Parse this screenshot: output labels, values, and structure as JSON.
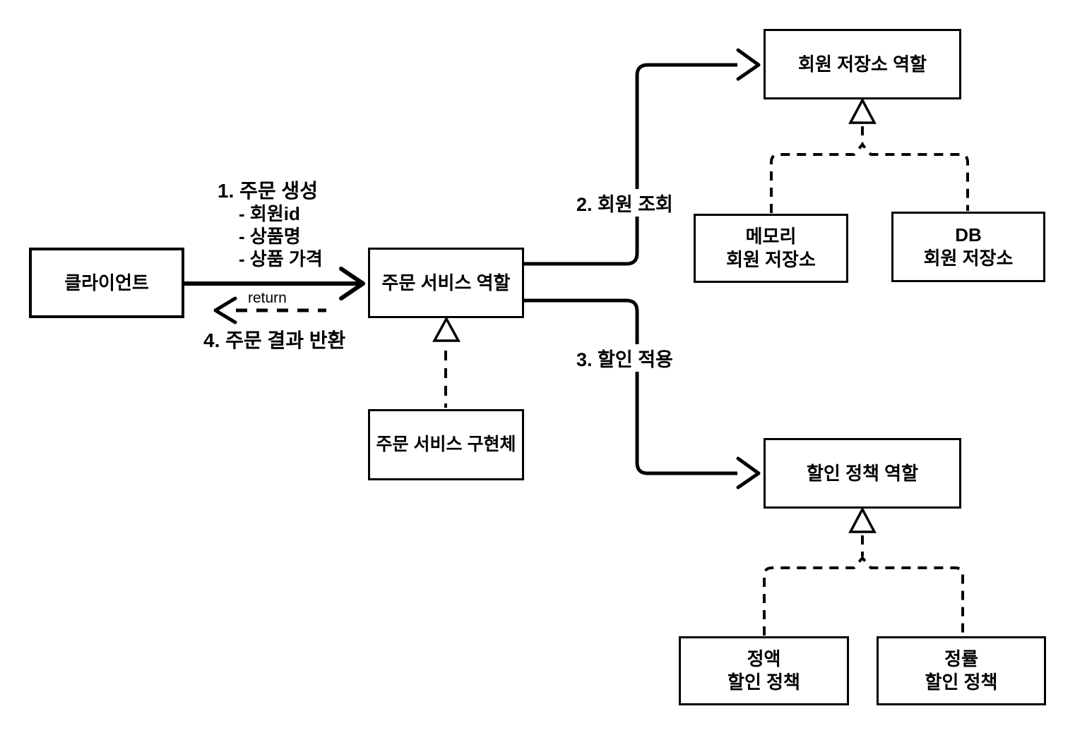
{
  "diagram": {
    "kind": "uml-architecture-diagram",
    "colors": {
      "background": "#ffffff",
      "line": "#000000",
      "box_fill": "#ffffff",
      "text": "#000000"
    },
    "nodes": {
      "client": {
        "label": "클라이언트"
      },
      "order_service_role": {
        "label": "주문 서비스 역할"
      },
      "order_service_impl": {
        "label": "주문 서비스 구현체"
      },
      "member_repo_role": {
        "label": "회원 저장소 역할"
      },
      "memory_member_repo": {
        "line1": "메모리",
        "line2": "회원 저장소"
      },
      "db_member_repo": {
        "line1": "DB",
        "line2": "회원 저장소"
      },
      "discount_policy_role": {
        "label": "할인 정책 역할"
      },
      "fixed_discount_policy": {
        "line1": "정액",
        "line2": "할인 정책"
      },
      "rate_discount_policy": {
        "line1": "정률",
        "line2": "할인 정책"
      }
    },
    "labels": {
      "step1": "1. 주문 생성",
      "step1_items": [
        "- 회원id",
        "- 상품명",
        "- 상품 가격"
      ],
      "step2": "2. 회원 조회",
      "step3": "3. 할인 적용",
      "step4": "4. 주문 결과 반환",
      "return_text": "return"
    }
  }
}
